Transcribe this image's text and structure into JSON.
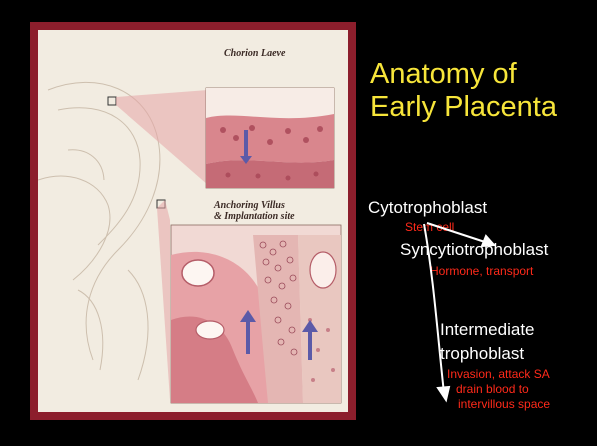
{
  "title": {
    "line1": "Anatomy of",
    "line2": "Early Placenta"
  },
  "illustration": {
    "caption_top": "Chorion Laeve",
    "caption_mid_line1": "Anchoring Villus",
    "caption_mid_line2": "& Implantation site"
  },
  "cells": [
    {
      "name": "Cytotrophoblast",
      "note": [
        "Stem cell"
      ]
    },
    {
      "name": "Syncytiotrophoblast",
      "note": [
        "Hormone, transport"
      ]
    },
    {
      "name": "Intermediate trophoblast",
      "name_lines": [
        "Intermediate",
        "trophoblast"
      ],
      "note": [
        "Invasion, attack SA",
        "drain blood to",
        "intervillous space"
      ]
    }
  ],
  "colors": {
    "title": "#f7e53a",
    "label": "#ffffff",
    "note": "#ff2a1a",
    "frame": "#8c1e2c",
    "background": "#000000"
  }
}
